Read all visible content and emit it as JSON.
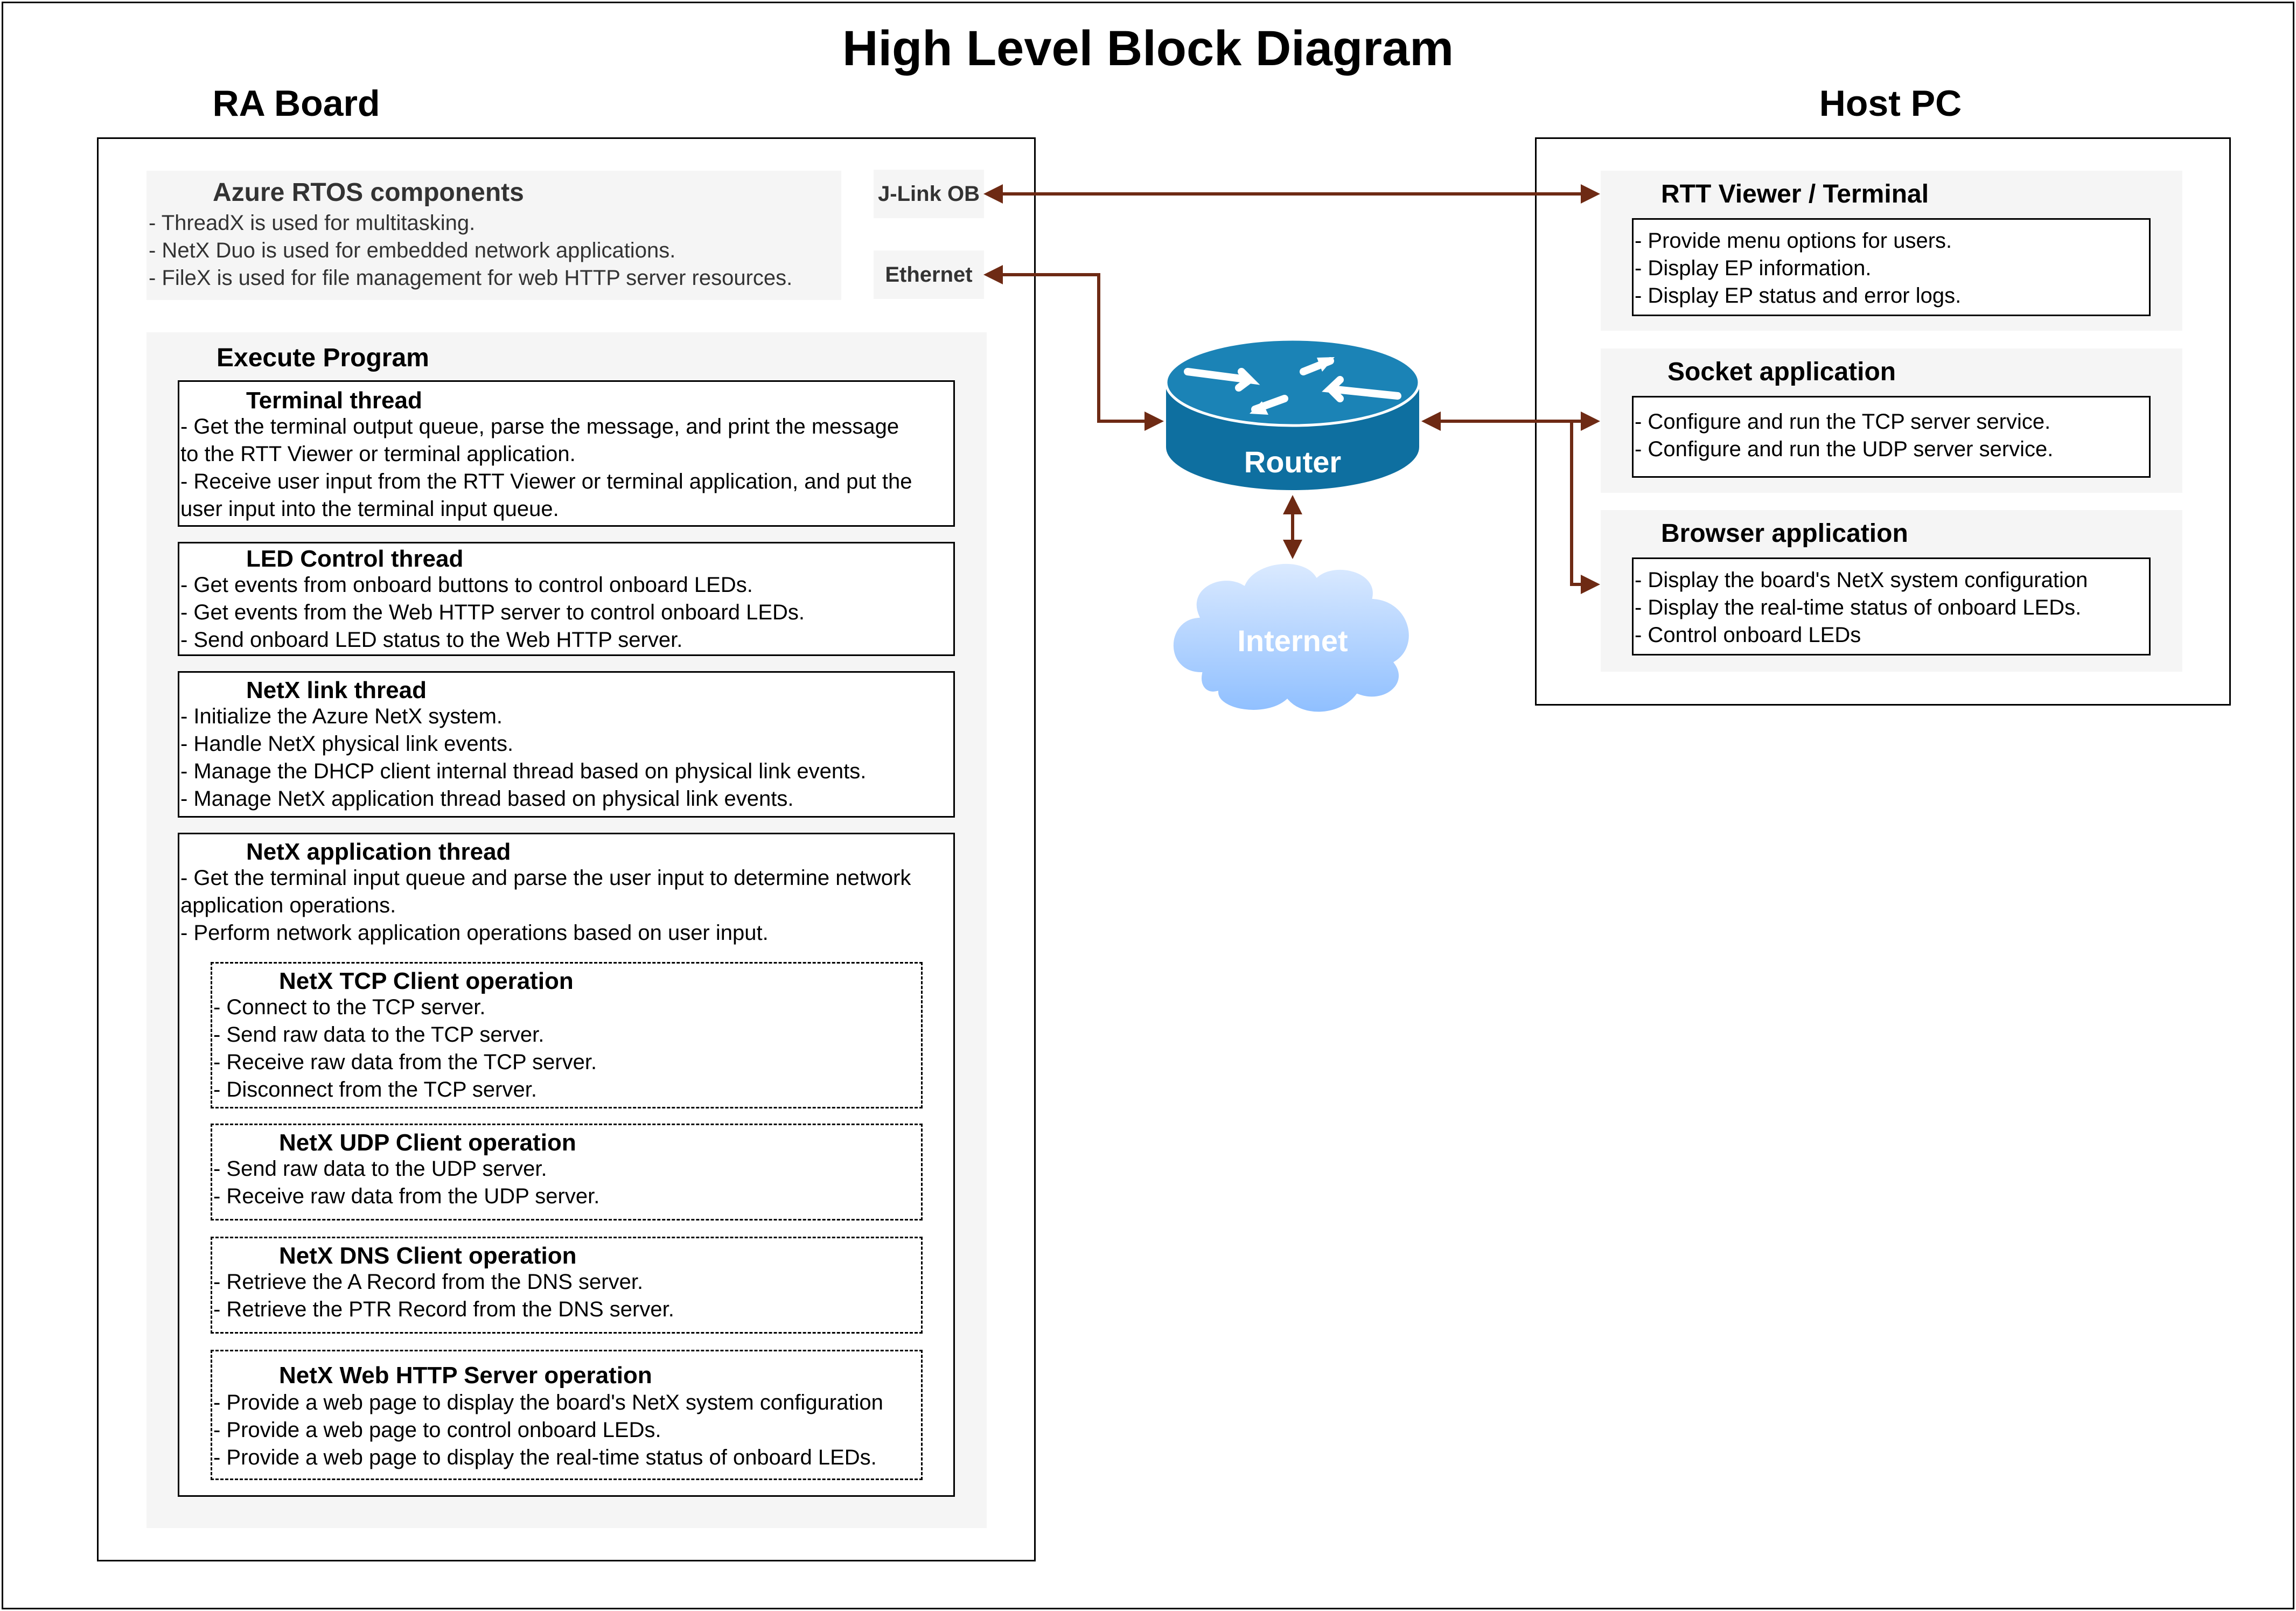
{
  "title": "High Level Block Diagram",
  "ra_board": {
    "label": "RA Board",
    "azure": {
      "heading": "Azure RTOS components",
      "lines": [
        "- ThreadX is used for multitasking.",
        "- NetX Duo is used for embedded network applications.",
        "- FileX is used for file management for web HTTP server resources."
      ]
    },
    "jlink_label": "J-Link OB",
    "ethernet_label": "Ethernet",
    "execute": {
      "heading": "Execute Program",
      "terminal": {
        "heading": "Terminal thread",
        "lines": [
          "- Get the terminal output queue, parse the message, and print the message",
          "to the RTT Viewer or terminal application.",
          "- Receive user input from the RTT Viewer or terminal application, and put the",
          "user input into the terminal input queue."
        ]
      },
      "led": {
        "heading": "LED Control thread",
        "lines": [
          "- Get events from onboard buttons to control onboard LEDs.",
          "- Get events from the Web HTTP server to control onboard LEDs.",
          "- Send onboard LED status to the Web HTTP server."
        ]
      },
      "link": {
        "heading": "NetX link thread",
        "lines": [
          "- Initialize the Azure NetX system.",
          "- Handle NetX physical link events.",
          "- Manage the DHCP client internal thread based on physical link events.",
          "- Manage NetX application thread based on physical link events."
        ]
      },
      "app": {
        "heading": "NetX application thread",
        "lines": [
          "- Get the terminal input queue and parse the user input to determine network",
          "application operations.",
          "- Perform network application operations based on user input."
        ],
        "tcp": {
          "heading": "NetX TCP Client operation",
          "lines": [
            "- Connect to the TCP server.",
            "- Send raw data to the TCP server.",
            "- Receive raw data from the TCP server.",
            "- Disconnect from the TCP server."
          ]
        },
        "udp": {
          "heading": "NetX UDP Client operation",
          "lines": [
            "- Send raw data to the UDP server.",
            "- Receive raw data from the UDP server."
          ]
        },
        "dns": {
          "heading": "NetX DNS Client operation",
          "lines": [
            "- Retrieve the A Record from the DNS server.",
            "- Retrieve the PTR Record from the DNS server."
          ]
        },
        "http": {
          "heading": "NetX Web HTTP Server operation",
          "lines": [
            "- Provide a web page to display the board's NetX system configuration",
            "- Provide a web page to control onboard LEDs.",
            "- Provide a web page to display the real-time status of onboard LEDs."
          ]
        }
      }
    }
  },
  "router_label": "Router",
  "internet_label": "Internet",
  "host_pc": {
    "label": "Host PC",
    "rtt": {
      "heading": "RTT Viewer / Terminal",
      "lines": [
        "- Provide menu options for users.",
        "- Display EP information.",
        "- Display EP status and error logs."
      ]
    },
    "socket": {
      "heading": "Socket application",
      "lines": [
        "- Configure and run the TCP server service.",
        "- Configure and run the UDP server service."
      ]
    },
    "browser": {
      "heading": "Browser application",
      "lines": [
        "- Display the board's NetX system configuration",
        "- Display the real-time status of onboard LEDs.",
        "- Control onboard LEDs"
      ]
    }
  },
  "colors": {
    "arrow": "#6e2a14",
    "router": "#0e6fa0",
    "router_top": "#1b83b6",
    "cloud_light": "#dbeaff",
    "cloud_dark": "#8fbfff",
    "panel_gray": "#f5f5f5"
  },
  "icons": [
    "router-icon",
    "cloud-icon"
  ]
}
